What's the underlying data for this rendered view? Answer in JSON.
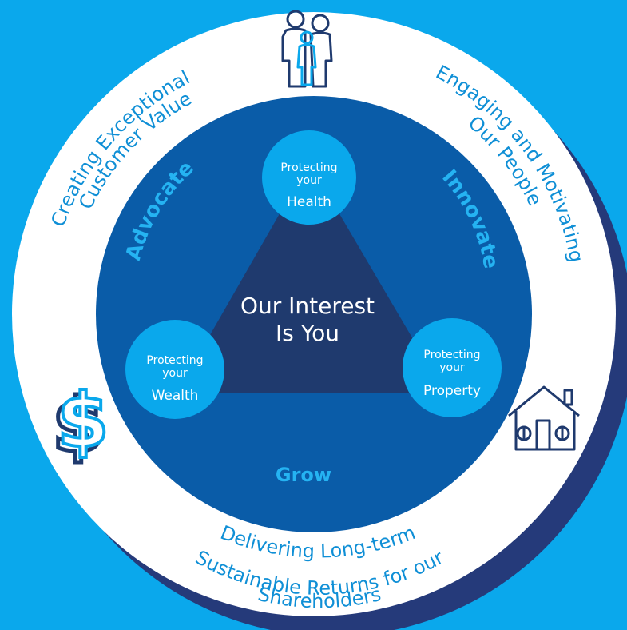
{
  "outer_ring": {
    "top_left": [
      "Creating Exceptional",
      "Customer Value"
    ],
    "top_right": [
      "Engaging and Motivating",
      "Our People"
    ],
    "bottom": [
      "Delivering Long-term",
      "Sustainable Returns for our",
      "Shareholders"
    ]
  },
  "inner_ring": {
    "left": "Advocate",
    "right": "Innovate",
    "bottom": "Grow"
  },
  "center": {
    "line1": "Our Interest",
    "line2": "Is You"
  },
  "nodes": {
    "health": {
      "line1": "Protecting",
      "line2": "your",
      "line3": "Health"
    },
    "wealth": {
      "line1": "Protecting",
      "line2": "your",
      "line3": "Wealth"
    },
    "property": {
      "line1": "Protecting",
      "line2": "your",
      "line3": "Property"
    }
  },
  "icons": {
    "family": "family-icon",
    "dollar": "dollar-icon",
    "house": "house-icon"
  },
  "colors": {
    "background": "#0aa8ec",
    "outer_ring": "#ffffff",
    "ring_shadow": "#253a7a",
    "inner_circle": "#0a5ca8",
    "triangle": "#1f3a6e",
    "node": "#0aa8ec",
    "ring_text": "#0f8fd6",
    "inner_label": "#25b3f2"
  }
}
